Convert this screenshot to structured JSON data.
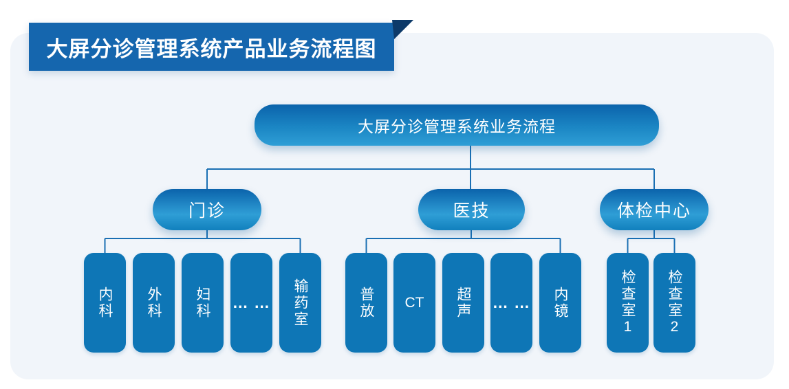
{
  "banner": {
    "title": "大屏分诊管理系统产品业务流程图"
  },
  "root": {
    "label": "大屏分诊管理系统业务流程"
  },
  "branches": [
    {
      "label": "门诊",
      "children": [
        {
          "label": "内科"
        },
        {
          "label": "外科"
        },
        {
          "label": "妇科"
        },
        {
          "label": "… …"
        },
        {
          "label": "输药室"
        }
      ]
    },
    {
      "label": "医技",
      "children": [
        {
          "label": "普放"
        },
        {
          "label": "CT"
        },
        {
          "label": "超声"
        },
        {
          "label": "… …"
        },
        {
          "label": "内镜"
        }
      ]
    },
    {
      "label": "体检中心",
      "children": [
        {
          "label": "检查室1"
        },
        {
          "label": "检查室2"
        }
      ]
    }
  ],
  "colors": {
    "banner_bg": "#1566ae",
    "banner_fold": "#0d3a69",
    "node_gradient_top": "#0b63ab",
    "node_gradient_bottom": "#2f9ed6",
    "leaf_bg": "#0e76b6",
    "connector": "#1a6fb3",
    "card_bg": "#f1f5fa",
    "text": "#ffffff"
  }
}
